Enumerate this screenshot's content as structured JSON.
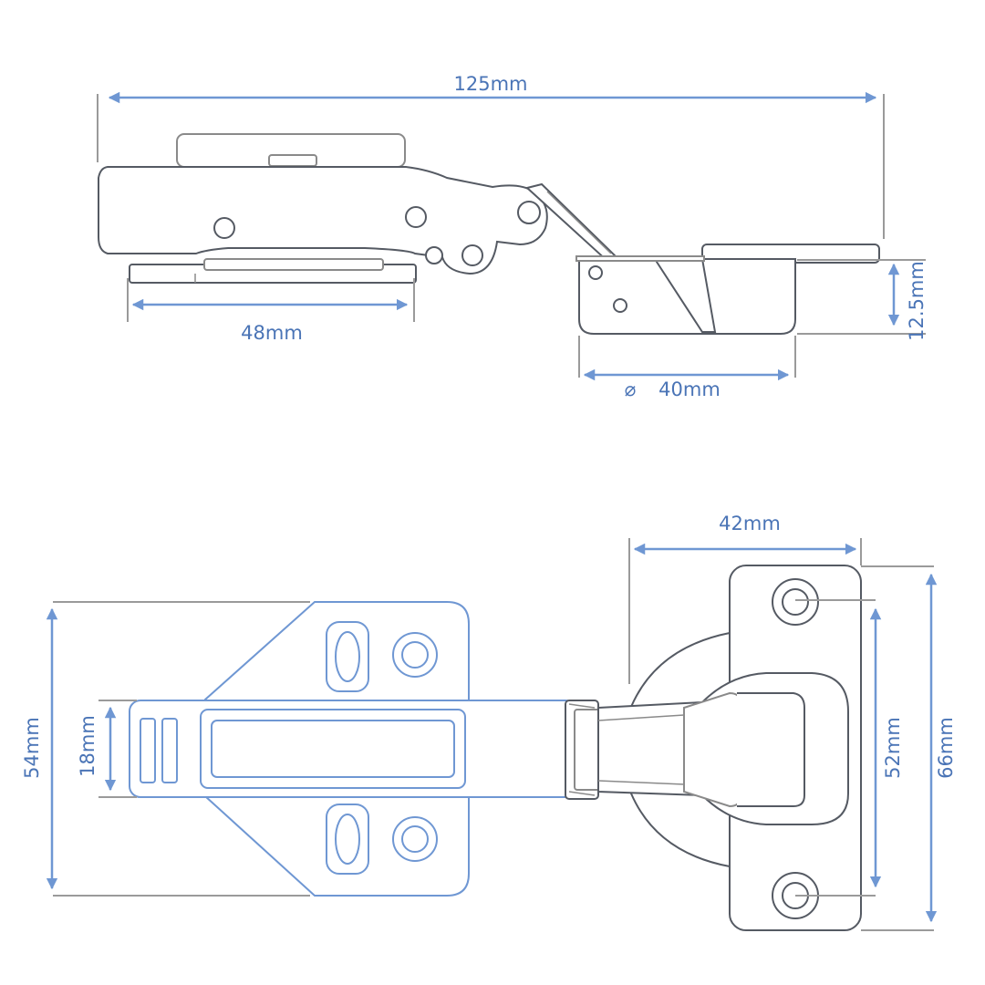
{
  "dimensions": {
    "overall_length": "125mm",
    "mounting_plate_length": "48mm",
    "cup_depth": "12.5mm",
    "cup_diameter_symbol": "⌀",
    "cup_diameter": "40mm",
    "cup_plate_width": "42mm",
    "arm_plate_height": "54mm",
    "arm_width": "18mm",
    "screw_spacing": "52mm",
    "cup_plate_height": "66mm"
  },
  "colors": {
    "dimension_line": "#6f97d3",
    "dimension_text": "#4a74b6",
    "outline": "#8a8a8a"
  }
}
